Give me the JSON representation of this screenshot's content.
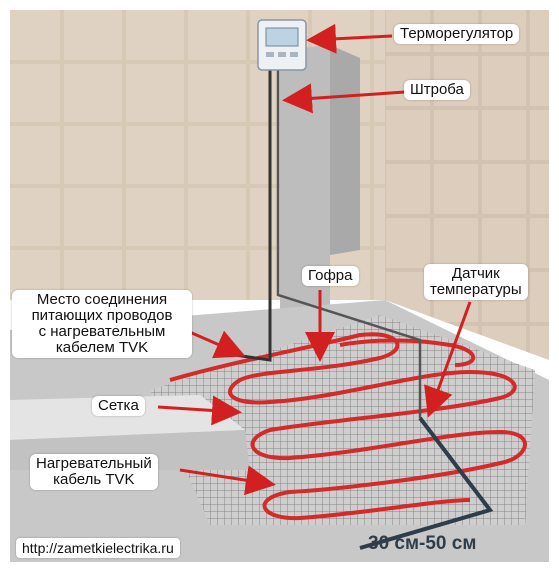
{
  "labels": {
    "thermostat": "Терморегулятор",
    "chase": "Штроба",
    "corrugated_tube": "Гофра",
    "temperature_sensor": "Датчик\nтемпературы",
    "connection_point": "Место соединения\nпитающих проводов\nс нагревательным\nкабелем TVK",
    "mesh": "Сетка",
    "heating_cable": "Нагревательный\nкабель TVK"
  },
  "dimension": "30 см-50 см",
  "website": "http://zametkielectrika.ru",
  "colors": {
    "arrow": "#d21f1f",
    "cable": "#d42a2a",
    "wall_tile": "#d9c9b8",
    "grout": "#b7a898",
    "floor": "#c9c9c9",
    "mesh": "#8a8a8a",
    "dimension": "#2f3d4a"
  }
}
